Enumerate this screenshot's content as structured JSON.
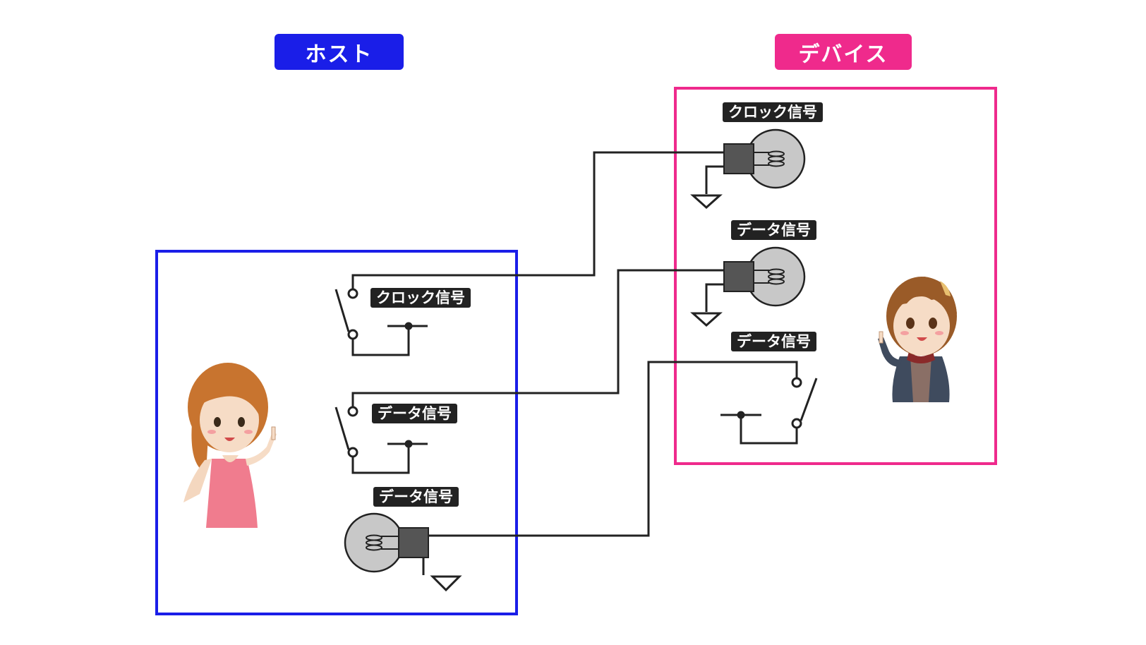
{
  "host": {
    "title": "ホスト",
    "accent_color": "#1a1ee8",
    "labels": {
      "clock_switch": "クロック信号",
      "data_switch": "データ信号",
      "data_lamp": "データ信号"
    }
  },
  "device": {
    "title": "デバイス",
    "accent_color": "#ef2a8c",
    "labels": {
      "clock_lamp": "クロック信号",
      "data_lamp": "データ信号",
      "data_switch": "データ信号"
    }
  },
  "icons": [
    "girl-pointing-icon",
    "boy-pointing-icon",
    "light-bulb-icon",
    "switch-icon",
    "ground-icon"
  ]
}
